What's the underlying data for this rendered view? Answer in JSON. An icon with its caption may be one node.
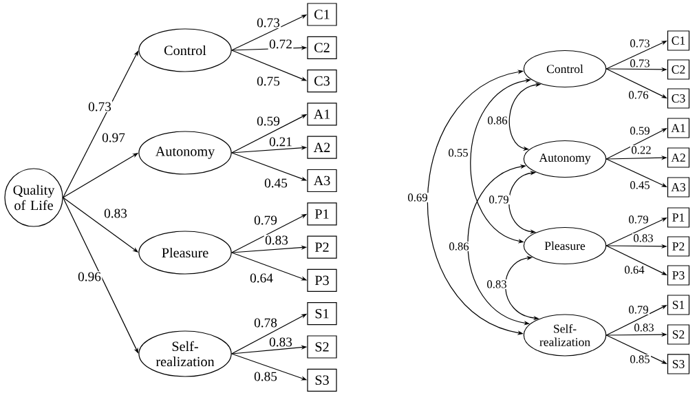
{
  "diagram": {
    "nodes": [
      {
        "text": [
          "Quality of Life"
        ]
      },
      {
        "text": [
          "Control"
        ]
      },
      {
        "text": [
          "Autonomy"
        ]
      },
      {
        "text": [
          "Pleasure"
        ]
      },
      {
        "text": [
          "Self-realization"
        ]
      },
      {
        "text": [
          "C1"
        ]
      },
      {
        "text": [
          "C2"
        ]
      },
      {
        "text": [
          "C3"
        ]
      },
      {
        "text": [
          "A1"
        ]
      },
      {
        "text": [
          "A2"
        ]
      },
      {
        "text": [
          "A3"
        ]
      },
      {
        "text": [
          "P1"
        ]
      },
      {
        "text": [
          "P2"
        ]
      },
      {
        "text": [
          "P3"
        ]
      },
      {
        "text": [
          "S1"
        ]
      },
      {
        "text": [
          "S2"
        ]
      },
      {
        "text": [
          "S3"
        ]
      },
      {
        "text": [
          "Control"
        ]
      },
      {
        "text": [
          "Autonomy"
        ]
      },
      {
        "text": [
          "Pleasure"
        ]
      },
      {
        "text": [
          "Self-realization"
        ]
      },
      {
        "text": [
          "C1"
        ]
      },
      {
        "text": [
          "C2"
        ]
      },
      {
        "text": [
          "C3"
        ]
      },
      {
        "text": [
          "A1"
        ]
      },
      {
        "text": [
          "A2"
        ]
      },
      {
        "text": [
          "A3"
        ]
      },
      {
        "text": [
          "P1"
        ]
      },
      {
        "text": [
          "P2"
        ]
      },
      {
        "text": [
          "P3"
        ]
      },
      {
        "text": [
          "S1"
        ]
      },
      {
        "text": [
          "S2"
        ]
      },
      {
        "text": [
          "S3"
        ]
      }
    ],
    "edges": [
      {
        "from": 0,
        "to": 1,
        "arrow": "to",
        "label": "0.73"
      },
      {
        "from": 0,
        "to": 2,
        "arrow": "to",
        "label": "0.97"
      },
      {
        "from": 0,
        "to": 3,
        "arrow": "to",
        "label": "0.83"
      },
      {
        "from": 0,
        "to": 4,
        "arrow": "to",
        "label": "0.96"
      },
      {
        "from": 1,
        "to": 5,
        "arrow": "to",
        "label": "0.73"
      },
      {
        "from": 1,
        "to": 6,
        "arrow": "to",
        "label": "0.72"
      },
      {
        "from": 1,
        "to": 7,
        "arrow": "to",
        "label": "0.75"
      },
      {
        "from": 2,
        "to": 8,
        "arrow": "to",
        "label": "0.59"
      },
      {
        "from": 2,
        "to": 9,
        "arrow": "to",
        "label": "0.21"
      },
      {
        "from": 2,
        "to": 10,
        "arrow": "to",
        "label": "0.45"
      },
      {
        "from": 3,
        "to": 11,
        "arrow": "to",
        "label": "0.79"
      },
      {
        "from": 3,
        "to": 12,
        "arrow": "to",
        "label": "0.83"
      },
      {
        "from": 3,
        "to": 13,
        "arrow": "to",
        "label": "0.64"
      },
      {
        "from": 4,
        "to": 14,
        "arrow": "to",
        "label": "0.78"
      },
      {
        "from": 4,
        "to": 15,
        "arrow": "to",
        "label": "0.83"
      },
      {
        "from": 4,
        "to": 16,
        "arrow": "to",
        "label": "0.85"
      },
      {
        "from": 17,
        "to": 21,
        "arrow": "to",
        "label": "0.73"
      },
      {
        "from": 17,
        "to": 22,
        "arrow": "to",
        "label": "0.73"
      },
      {
        "from": 17,
        "to": 23,
        "arrow": "to",
        "label": "0.76"
      },
      {
        "from": 18,
        "to": 24,
        "arrow": "to",
        "label": "0.59"
      },
      {
        "from": 18,
        "to": 25,
        "arrow": "to",
        "label": "0.22"
      },
      {
        "from": 18,
        "to": 26,
        "arrow": "to",
        "label": "0.45"
      },
      {
        "from": 19,
        "to": 27,
        "arrow": "to",
        "label": "0.79"
      },
      {
        "from": 19,
        "to": 28,
        "arrow": "to",
        "label": "0.83"
      },
      {
        "from": 19,
        "to": 29,
        "arrow": "to",
        "label": "0.64"
      },
      {
        "from": 20,
        "to": 30,
        "arrow": "to",
        "label": "0.79"
      },
      {
        "from": 20,
        "to": 31,
        "arrow": "to",
        "label": "0.83"
      },
      {
        "from": 20,
        "to": 32,
        "arrow": "to",
        "label": "0.85"
      },
      {
        "from": 17,
        "to": 18,
        "arrow": "both",
        "label": "0.86"
      },
      {
        "from": 17,
        "to": 19,
        "arrow": "both",
        "label": "0.55"
      },
      {
        "from": 17,
        "to": 20,
        "arrow": "both",
        "label": "0.69"
      },
      {
        "from": 18,
        "to": 19,
        "arrow": "both",
        "label": "0.79"
      },
      {
        "from": 18,
        "to": 20,
        "arrow": "both",
        "label": "0.86"
      },
      {
        "from": 19,
        "to": 20,
        "arrow": "both",
        "label": "0.83"
      }
    ]
  }
}
